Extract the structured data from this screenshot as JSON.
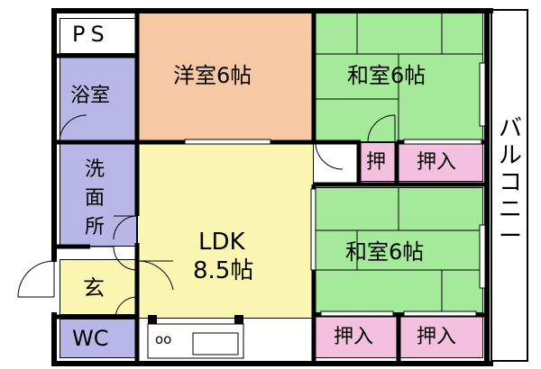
{
  "floor_plan": {
    "rooms": {
      "ps": "PS",
      "bath": "浴室",
      "western": "洋室6帖",
      "japanese_upper": "和室6帖",
      "washroom": "洗面所",
      "closet_small": "押",
      "closet_upper": "押入",
      "ldk_name": "LDK",
      "ldk_size": "8.5帖",
      "entrance": "玄",
      "japanese_lower": "和室6帖",
      "wc": "WC",
      "closet_lower_left": "押入",
      "closet_lower_right": "押入",
      "balcony": "バルコニー",
      "stove_text": "oo"
    },
    "colors": {
      "lavender": "#b8b6e6",
      "tan": "#f6c9a4",
      "green": "#a4ea9a",
      "yellow": "#fbf6b2",
      "pink": "#f4c0e0",
      "wall": "#000000",
      "white": "#ffffff"
    }
  }
}
